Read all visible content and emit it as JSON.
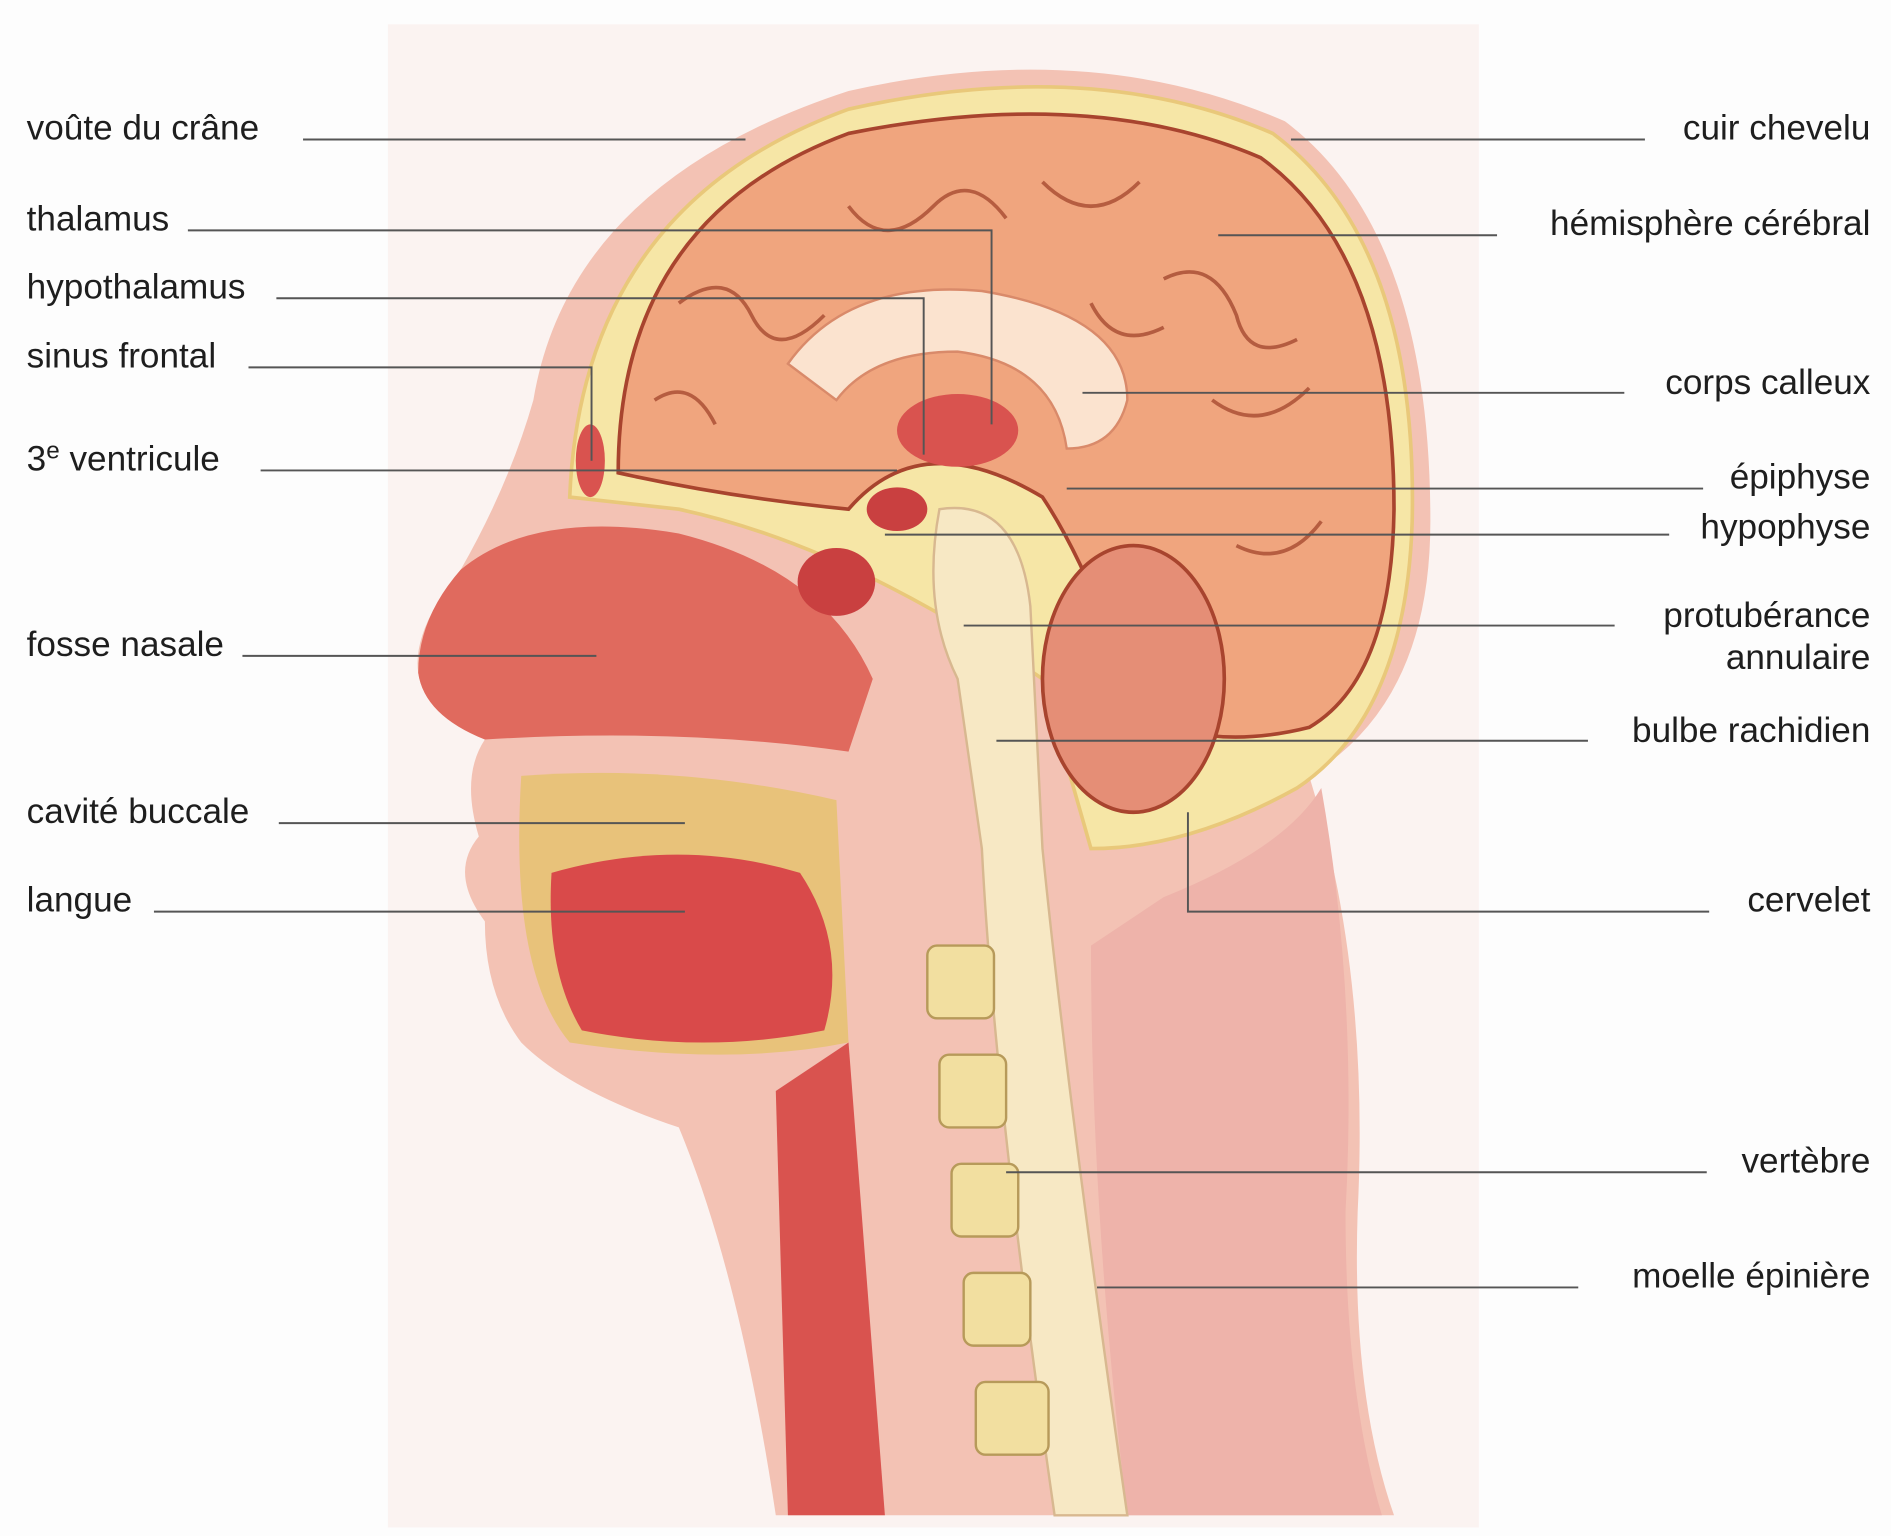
{
  "labels_left": [
    {
      "text": "voûte du crâne"
    },
    {
      "text": "thalamus"
    },
    {
      "text": "hypothalamus"
    },
    {
      "text": "sinus frontal"
    },
    {
      "text": "3",
      "sup": "e",
      "rest": " ventricule"
    },
    {
      "text": "fosse nasale"
    },
    {
      "text": "cavité buccale"
    },
    {
      "text": "langue"
    }
  ],
  "labels_right": [
    {
      "text": "cuir chevelu"
    },
    {
      "text": "hémisphère cérébral"
    },
    {
      "text": "corps calleux"
    },
    {
      "text": "épiphyse"
    },
    {
      "text": "hypophyse"
    },
    {
      "text": "protubérance",
      "line2": "annulaire"
    },
    {
      "text": "bulbe rachidien"
    },
    {
      "text": "cervelet"
    },
    {
      "text": "vertèbre"
    },
    {
      "text": "moelle épinière"
    }
  ],
  "colors": {
    "skin": "#f3c2b4",
    "skull": "#f6e6a6",
    "brain": "#f0a57e",
    "muscle": "#d9534f",
    "spine": "#f7e8c4"
  }
}
